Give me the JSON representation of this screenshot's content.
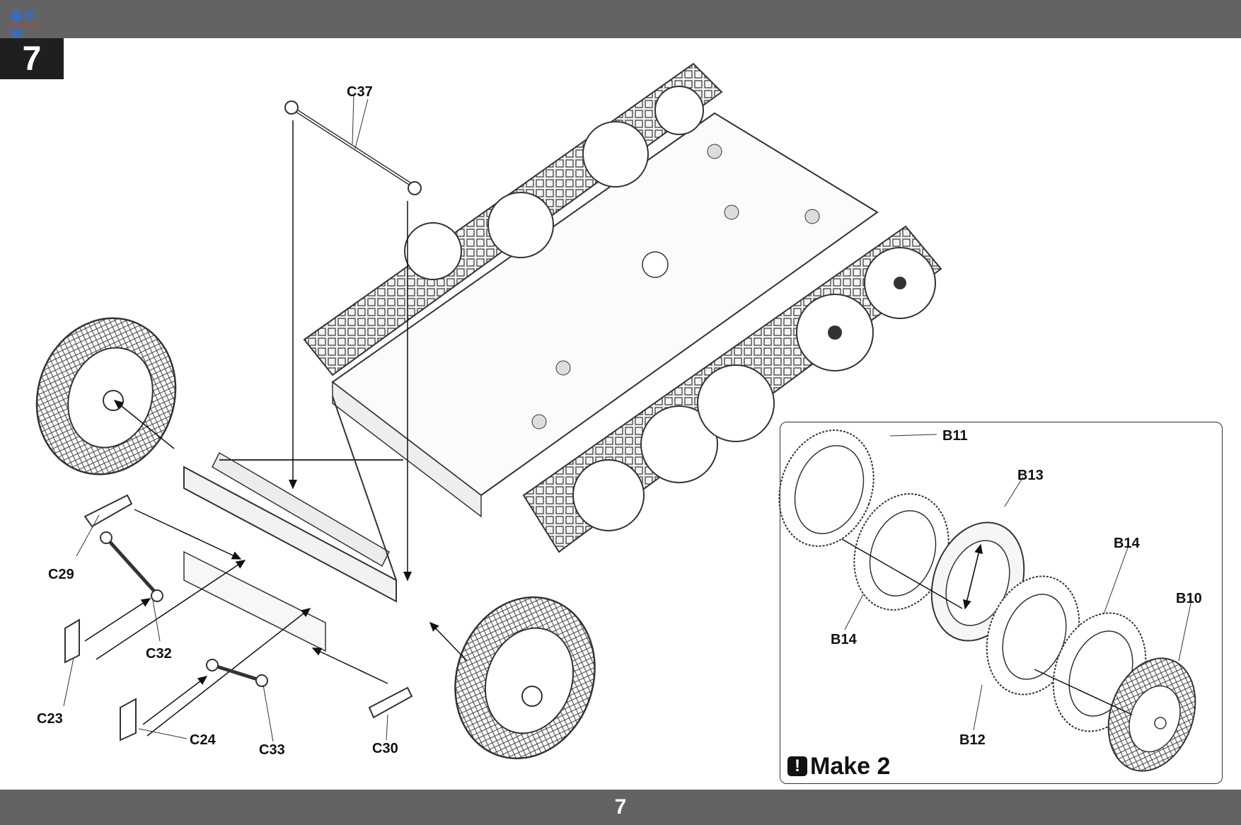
{
  "header": {
    "logo_text": "高手网",
    "logo_url": "gao-shou.com"
  },
  "step": {
    "number": "7"
  },
  "footer": {
    "page_number": "7"
  },
  "colors": {
    "bar": "#636363",
    "step_box": "#1f1f1f",
    "line_art": "#333333"
  },
  "main_parts": {
    "c37": "C37",
    "c29": "C29",
    "c32": "C32",
    "c23": "C23",
    "c24": "C24",
    "c33": "C33",
    "c30": "C30"
  },
  "inset": {
    "b11": "B11",
    "b13": "B13",
    "b14_left": "B14",
    "b14_right": "B14",
    "b10": "B10",
    "b12": "B12",
    "note_icon": "exclamation-icon",
    "note_icon_glyph": "!",
    "note_text": "Make 2"
  }
}
